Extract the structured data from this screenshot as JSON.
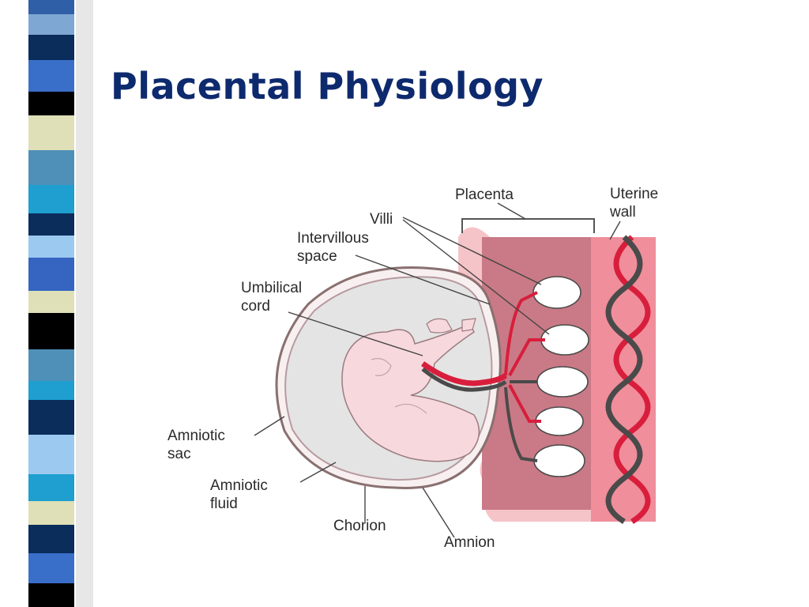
{
  "slide": {
    "title": "Placental Physiology"
  },
  "colors": {
    "title": "#0e2a6e",
    "stripe": [
      "#2f5fa6",
      "#7fa7d4",
      "#0b2d5c",
      "#3a6fc9",
      "#000000",
      "#dfe0b8",
      "#4f90b8",
      "#1e9fd0",
      "#9cc9f0",
      "#3565c0"
    ],
    "artery": "#d81e3c",
    "vein": "#4a4a4a",
    "placenta": "#c97a86",
    "amniotic_fluid": "#e4e4e4"
  },
  "diagram": {
    "labels": {
      "placenta": "Placenta",
      "uterine_wall": [
        "Uterine",
        "wall"
      ],
      "villi": "Villi",
      "intervillous_space": [
        "Intervillous",
        "space"
      ],
      "umbilical_cord": [
        "Umbilical",
        "cord"
      ],
      "amniotic_sac": [
        "Amniotic",
        "sac"
      ],
      "amniotic_fluid": [
        "Amniotic",
        "fluid"
      ],
      "chorion": "Chorion",
      "amnion": "Amnion"
    }
  }
}
